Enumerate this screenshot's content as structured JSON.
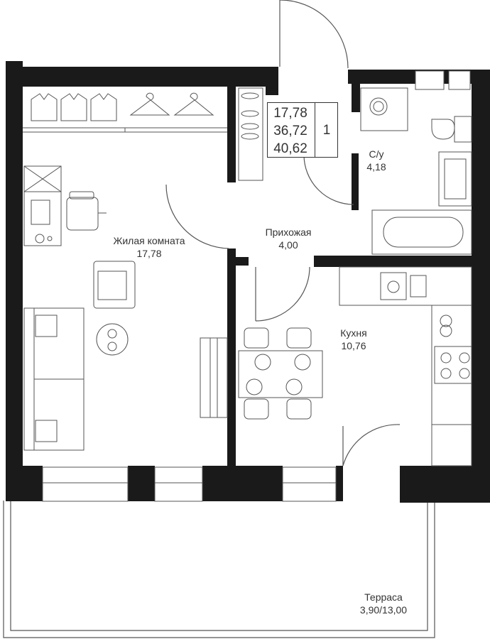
{
  "colors": {
    "wall": "#1a1a1a",
    "line": "#555555",
    "text": "#333333",
    "background": "#ffffff"
  },
  "summary": {
    "living_area": "17,78",
    "usable_area": "36,72",
    "total_area": "40,62",
    "room_count": "1"
  },
  "rooms": {
    "living_room": {
      "name": "Жилая комната",
      "area": "17,78"
    },
    "hallway": {
      "name": "Прихожая",
      "area": "4,00"
    },
    "bathroom": {
      "name": "С/у",
      "area": "4,18"
    },
    "kitchen": {
      "name": "Кухня",
      "area": "10,76"
    },
    "terrace": {
      "name": "Терраса",
      "area": "3,90/13,00"
    }
  }
}
